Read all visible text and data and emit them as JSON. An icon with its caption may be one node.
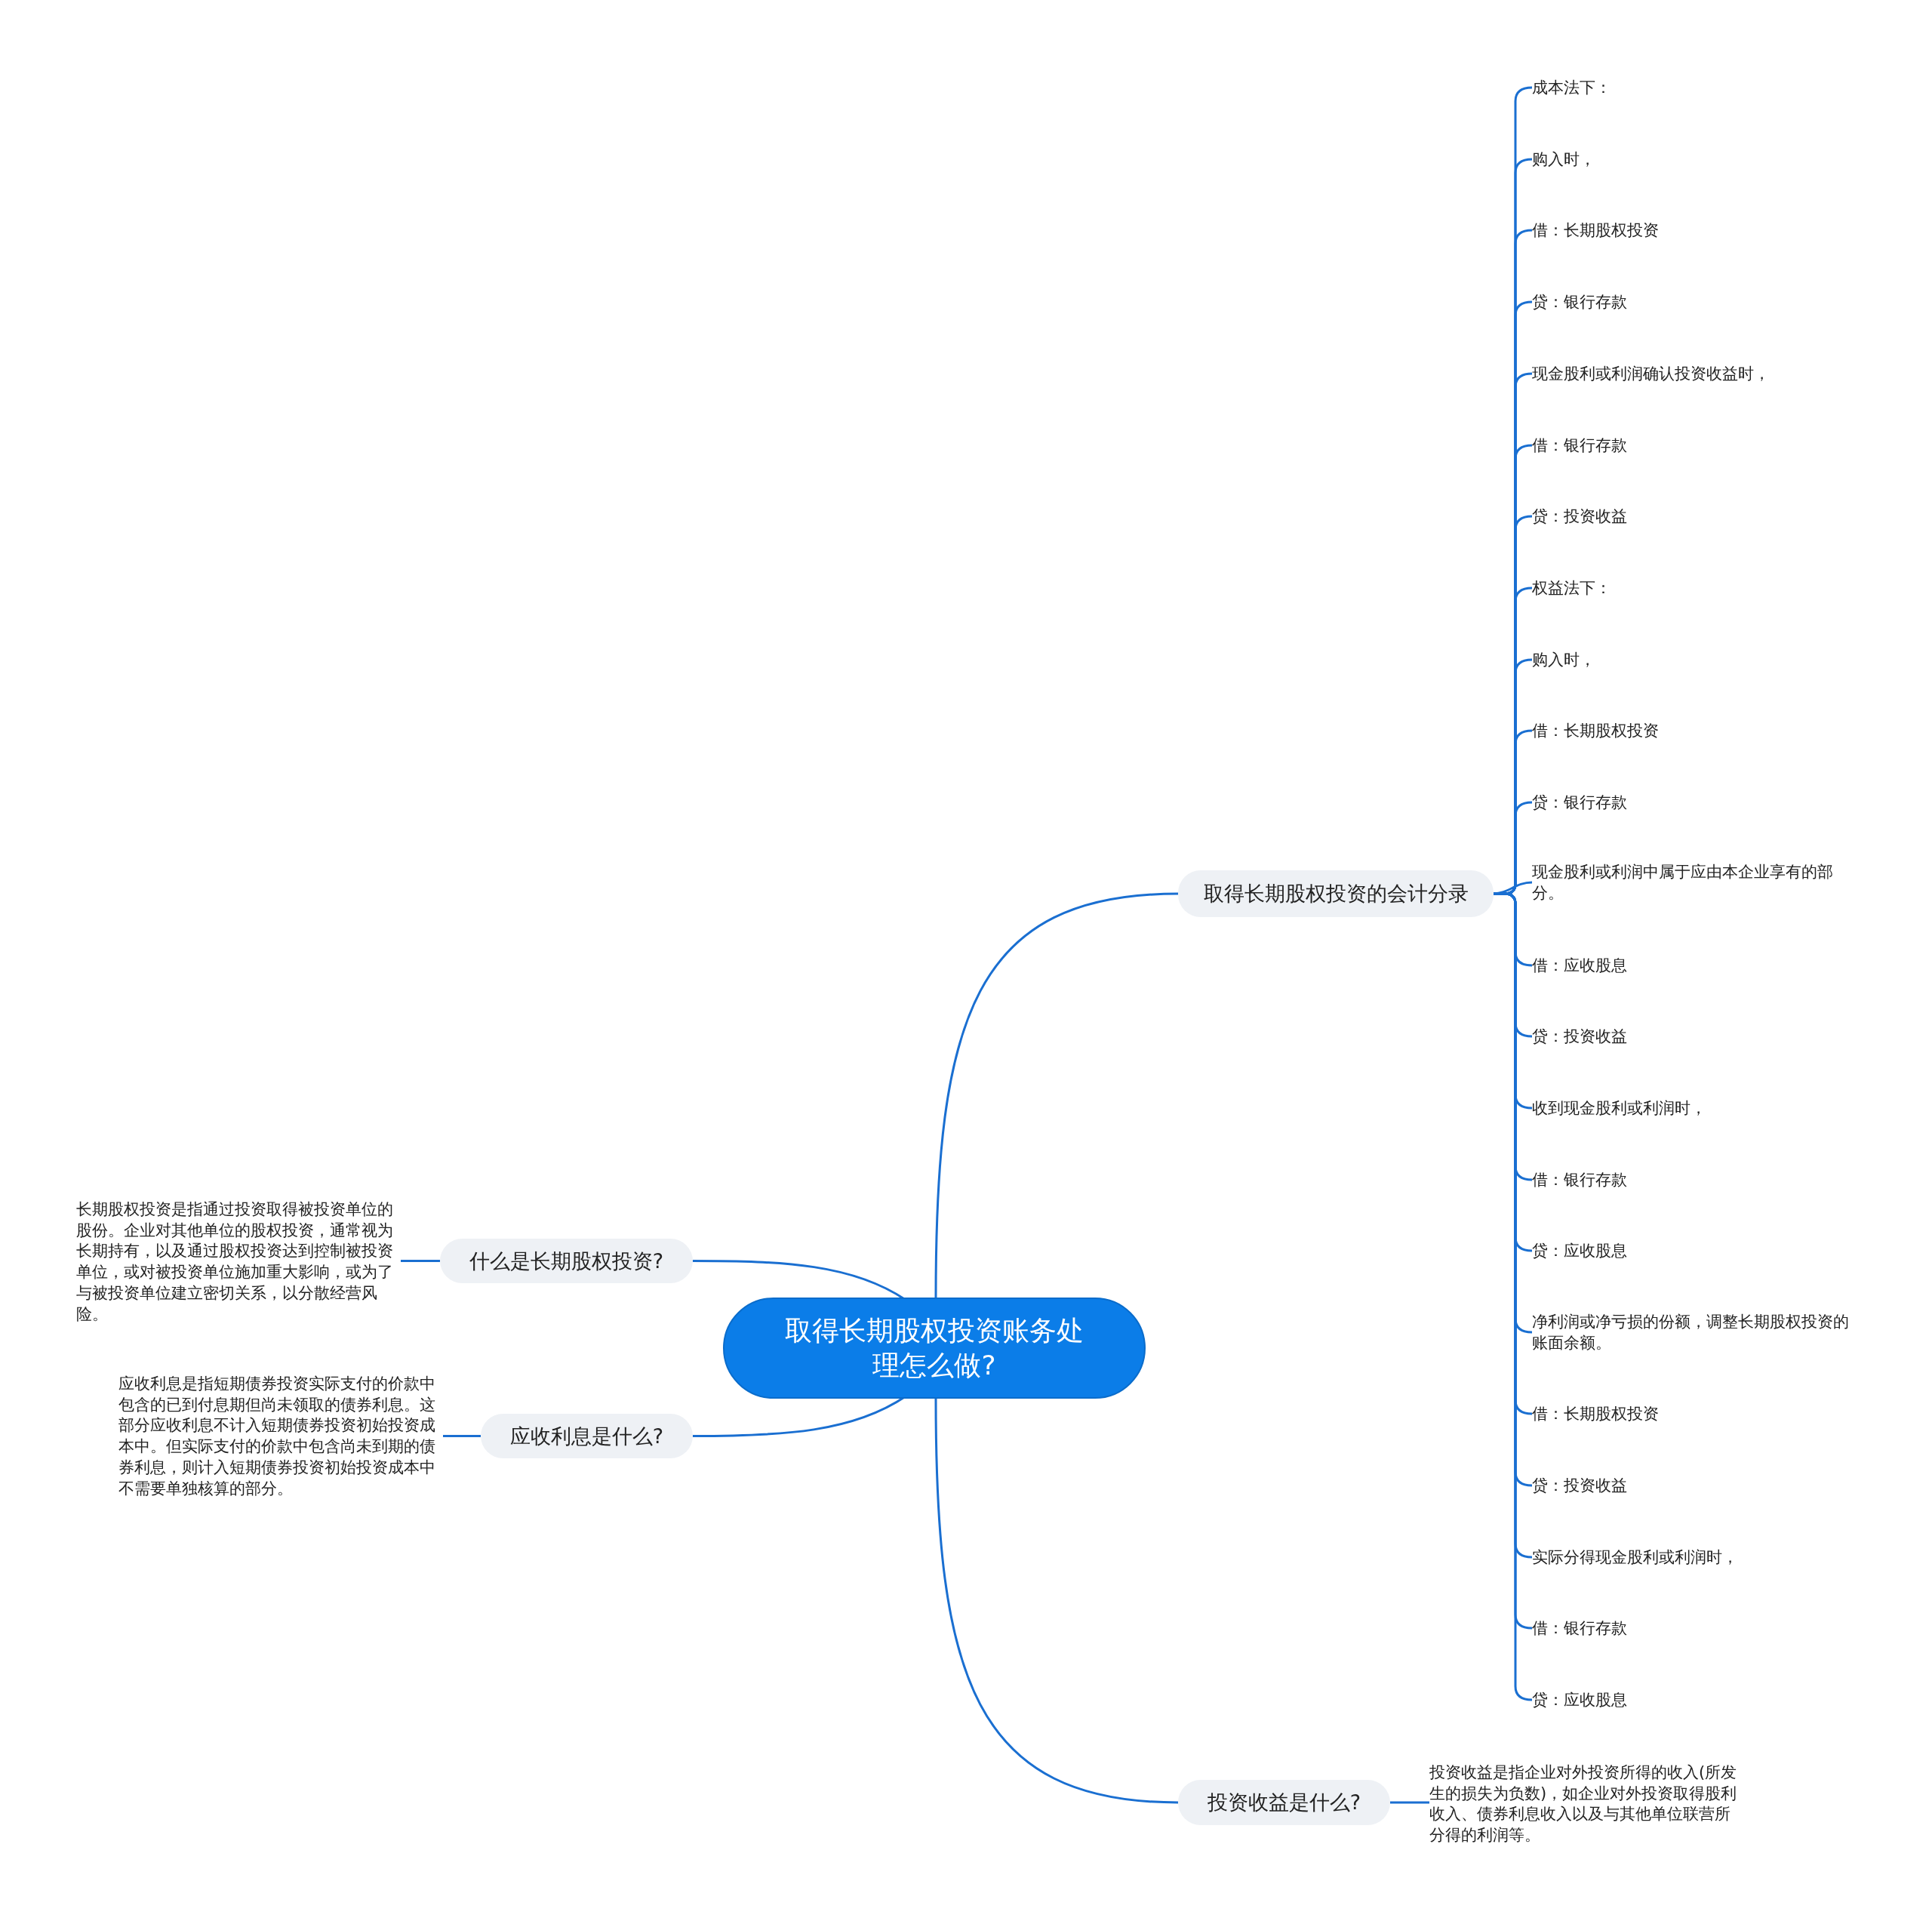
{
  "diagram": {
    "nodes": [
      {
        "text": [
          "取得长期股权投资账务处理怎么做?"
        ]
      },
      {
        "text": [
          "取得长期股权投资的会计分录"
        ]
      },
      {
        "text": [
          "成本法下："
        ]
      },
      {
        "text": [
          "购入时，"
        ]
      },
      {
        "text": [
          "借：长期股权投资"
        ]
      },
      {
        "text": [
          "贷：银行存款"
        ]
      },
      {
        "text": [
          "现金股利或利润确认投资收益时，"
        ]
      },
      {
        "text": [
          "借：银行存款"
        ]
      },
      {
        "text": [
          "贷：投资收益"
        ]
      },
      {
        "text": [
          "权益法下："
        ]
      },
      {
        "text": [
          "购入时，"
        ]
      },
      {
        "text": [
          "借：长期股权投资"
        ]
      },
      {
        "text": [
          "贷：银行存款"
        ]
      },
      {
        "text": [
          "现金股利或利润中属于应由本企业享有的部分。"
        ]
      },
      {
        "text": [
          "借：应收股息"
        ]
      },
      {
        "text": [
          "贷：投资收益"
        ]
      },
      {
        "text": [
          "收到现金股利或利润时，"
        ]
      },
      {
        "text": [
          "借：银行存款"
        ]
      },
      {
        "text": [
          "贷：应收股息"
        ]
      },
      {
        "text": [
          "净利润或净亏损的份额，调整长期股权投资的账面余额。"
        ]
      },
      {
        "text": [
          "借：长期股权投资"
        ]
      },
      {
        "text": [
          "贷：投资收益"
        ]
      },
      {
        "text": [
          "实际分得现金股利或利润时，"
        ]
      },
      {
        "text": [
          "借：银行存款"
        ]
      },
      {
        "text": [
          "贷：应收股息"
        ]
      },
      {
        "text": [
          "什么是长期股权投资?"
        ]
      },
      {
        "text": [
          "长期股权投资是指通过投资取得被投资单位的股份。企业对其他单位的股权投资，通常视为长期持有，以及通过股权投资达到控制被投资单位，或对被投资单位施加重大影响，或为了与被投资单位建立密切关系，以分散经营风险。"
        ]
      },
      {
        "text": [
          "应收利息是什么?"
        ]
      },
      {
        "text": [
          "应收利息是指短期债券投资实际支付的价款中包含的已到付息期但尚未领取的债券利息。这部分应收利息不计入短期债券投资初始投资成本中。但实际支付的价款中包含尚未到期的债券利息，则计入短期债券投资初始投资成本中不需要单独核算的部分。"
        ]
      },
      {
        "text": [
          "投资收益是什么?"
        ]
      },
      {
        "text": [
          "投资收益是指企业对外投资所得的收入(所发生的损失为负数)，如企业对外投资取得股利收入、债券利息收入以及与其他单位联营所分得的利润等。"
        ]
      }
    ],
    "edges": [
      {
        "from": 0,
        "to": 1,
        "arrow": "none"
      },
      {
        "from": 1,
        "to": 2,
        "arrow": "none"
      },
      {
        "from": 1,
        "to": 3,
        "arrow": "none"
      },
      {
        "from": 1,
        "to": 4,
        "arrow": "none"
      },
      {
        "from": 1,
        "to": 5,
        "arrow": "none"
      },
      {
        "from": 1,
        "to": 6,
        "arrow": "none"
      },
      {
        "from": 1,
        "to": 7,
        "arrow": "none"
      },
      {
        "from": 1,
        "to": 8,
        "arrow": "none"
      },
      {
        "from": 1,
        "to": 9,
        "arrow": "none"
      },
      {
        "from": 1,
        "to": 10,
        "arrow": "none"
      },
      {
        "from": 1,
        "to": 11,
        "arrow": "none"
      },
      {
        "from": 1,
        "to": 12,
        "arrow": "none"
      },
      {
        "from": 1,
        "to": 13,
        "arrow": "none"
      },
      {
        "from": 1,
        "to": 14,
        "arrow": "none"
      },
      {
        "from": 1,
        "to": 15,
        "arrow": "none"
      },
      {
        "from": 1,
        "to": 16,
        "arrow": "none"
      },
      {
        "from": 1,
        "to": 17,
        "arrow": "none"
      },
      {
        "from": 1,
        "to": 18,
        "arrow": "none"
      },
      {
        "from": 1,
        "to": 19,
        "arrow": "none"
      },
      {
        "from": 1,
        "to": 20,
        "arrow": "none"
      },
      {
        "from": 1,
        "to": 21,
        "arrow": "none"
      },
      {
        "from": 1,
        "to": 22,
        "arrow": "none"
      },
      {
        "from": 1,
        "to": 23,
        "arrow": "none"
      },
      {
        "from": 1,
        "to": 24,
        "arrow": "none"
      },
      {
        "from": 0,
        "to": 25,
        "arrow": "none"
      },
      {
        "from": 25,
        "to": 26,
        "arrow": "none"
      },
      {
        "from": 0,
        "to": 27,
        "arrow": "none"
      },
      {
        "from": 27,
        "to": 28,
        "arrow": "none"
      },
      {
        "from": 0,
        "to": 29,
        "arrow": "none"
      },
      {
        "from": 29,
        "to": 30,
        "arrow": "none"
      }
    ]
  }
}
